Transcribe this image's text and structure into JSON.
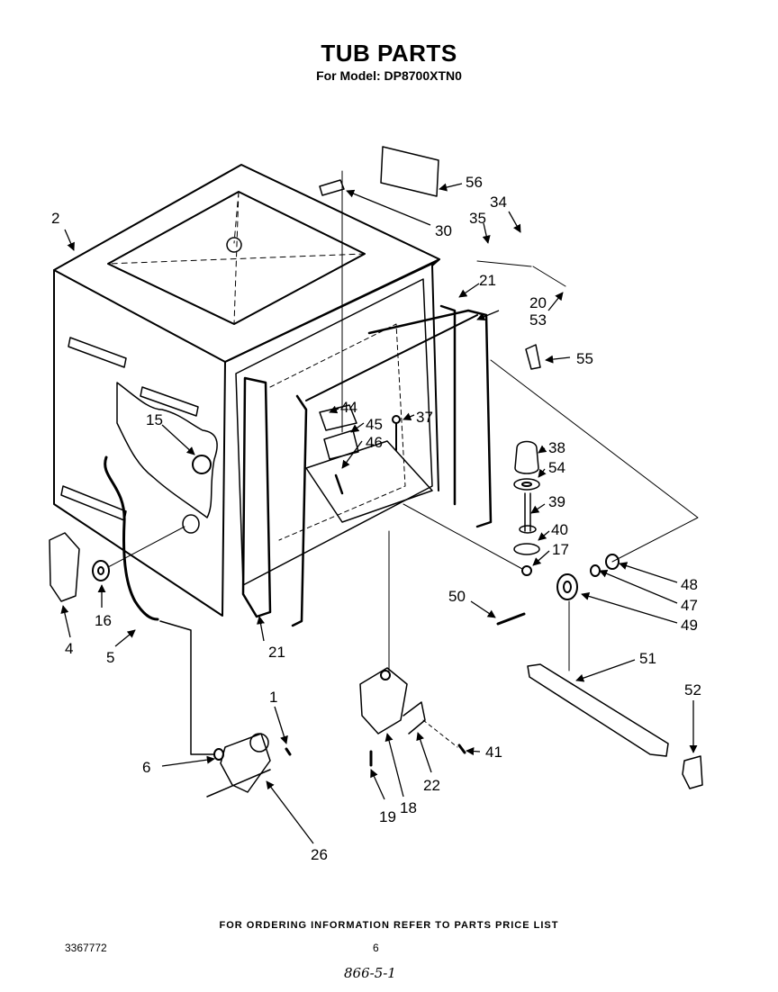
{
  "header": {
    "title": "TUB PARTS",
    "subtitle": "For Model: DP8700XTN0"
  },
  "parts": [
    "1",
    "2",
    "4",
    "5",
    "6",
    "15",
    "16",
    "17",
    "18",
    "19",
    "20",
    "21",
    "21",
    "22",
    "26",
    "30",
    "34",
    "35",
    "37",
    "38",
    "39",
    "40",
    "41",
    "44",
    "45",
    "46",
    "47",
    "48",
    "49",
    "50",
    "51",
    "52",
    "53",
    "54",
    "55",
    "56"
  ],
  "footer": {
    "ordering_note": "FOR ORDERING INFORMATION REFER TO PARTS PRICE LIST",
    "document_number": "3367772",
    "page_number": "6",
    "handwritten_note": "866-5-1"
  }
}
